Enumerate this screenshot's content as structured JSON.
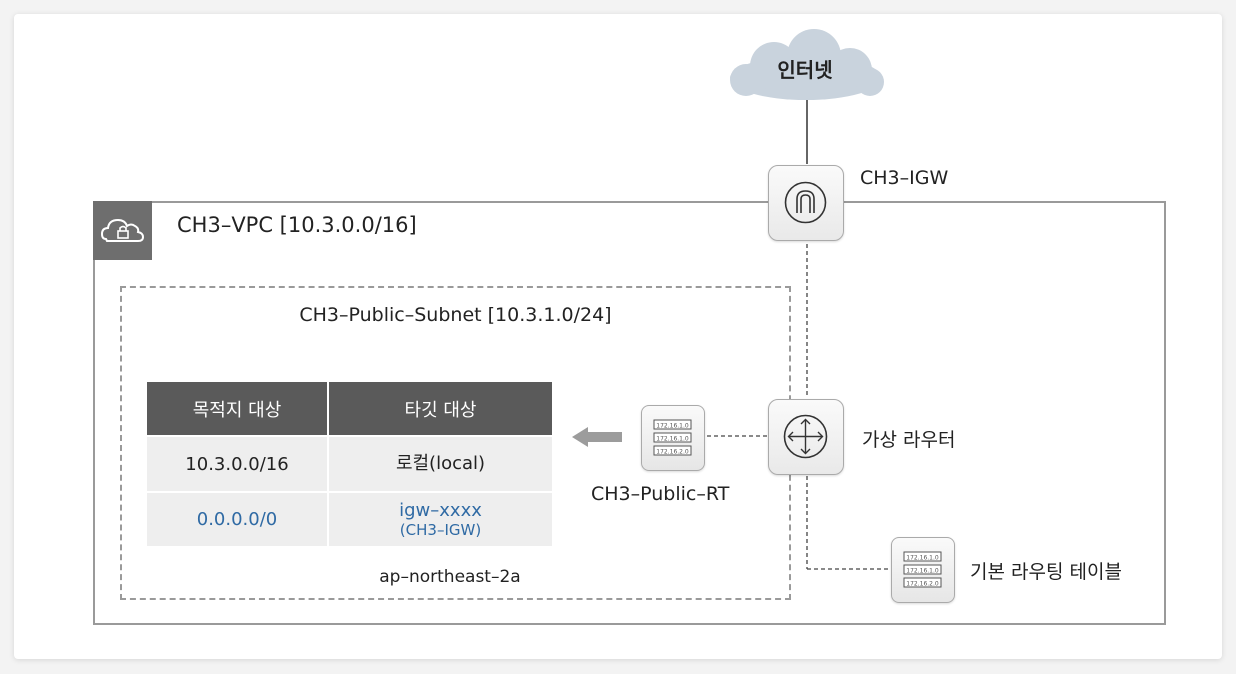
{
  "internet_label": "인터넷",
  "igw_label": "CH3–IGW",
  "vpc_title": "CH3–VPC [10.3.0.0/16]",
  "subnet_title": "CH3–Public–Subnet [10.3.1.0/24]",
  "availability_zone": "ap–northeast–2a",
  "route_table": {
    "headers": [
      "목적지 대상",
      "타깃 대상"
    ],
    "rows": [
      {
        "destination": "10.3.0.0/16",
        "target": "로컬(local)",
        "target_sub": ""
      },
      {
        "destination": "0.0.0.0/0",
        "target": "igw–xxxx",
        "target_sub": "(CH3–IGW)"
      }
    ]
  },
  "public_rt_label": "CH3–Public–RT",
  "virtual_router_label": "가상 라우터",
  "default_rt_label": "기본 라우팅 테이블",
  "rt_icon_lines": [
    "172.16.1.0",
    "172.16.1.0",
    "172.16.2.0"
  ],
  "colors": {
    "accent_blue": "#2f6aa4",
    "header_gray": "#5a5a5a",
    "cloud": "#c9d3dd"
  }
}
